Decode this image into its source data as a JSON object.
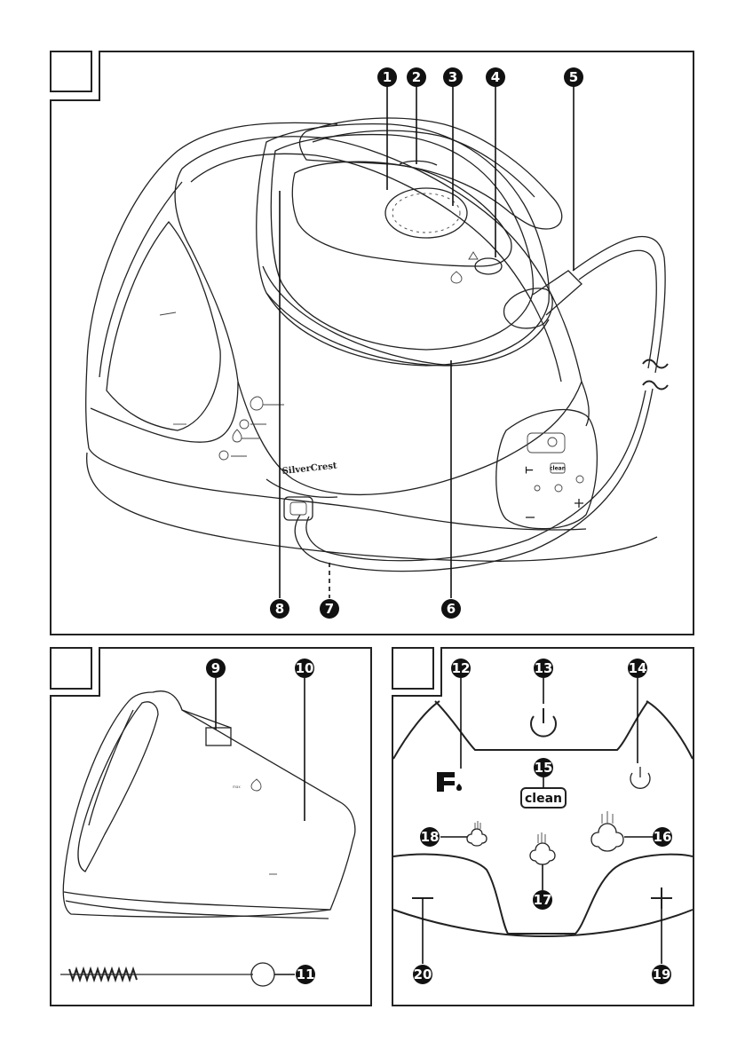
{
  "brand": "SilverCrest",
  "control_panel": {
    "clean_label": "clean",
    "big_clean_label": "clean"
  },
  "callouts": {
    "fig1": [
      "1",
      "2",
      "3",
      "4",
      "5",
      "6",
      "7",
      "8"
    ],
    "fig2": [
      "9",
      "10",
      "11"
    ],
    "fig3": [
      "12",
      "13",
      "14",
      "15",
      "16",
      "17",
      "18",
      "19",
      "20"
    ]
  }
}
